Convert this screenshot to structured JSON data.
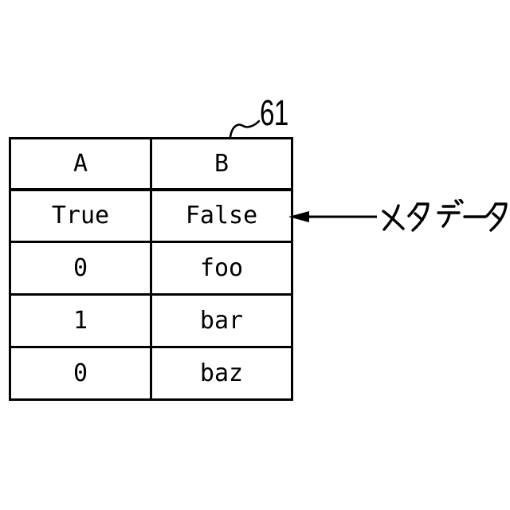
{
  "figure": {
    "reference_label": "61",
    "annotation": "メタデータ"
  },
  "table": {
    "headers": [
      "A",
      "B"
    ],
    "rows": [
      [
        "True",
        "False"
      ],
      [
        "0",
        "foo"
      ],
      [
        "1",
        "bar"
      ],
      [
        "0",
        "baz"
      ]
    ]
  },
  "icons": {
    "annotation_arrow": "left-arrow"
  },
  "colors": {
    "ink": "#000000",
    "background": "#ffffff"
  }
}
